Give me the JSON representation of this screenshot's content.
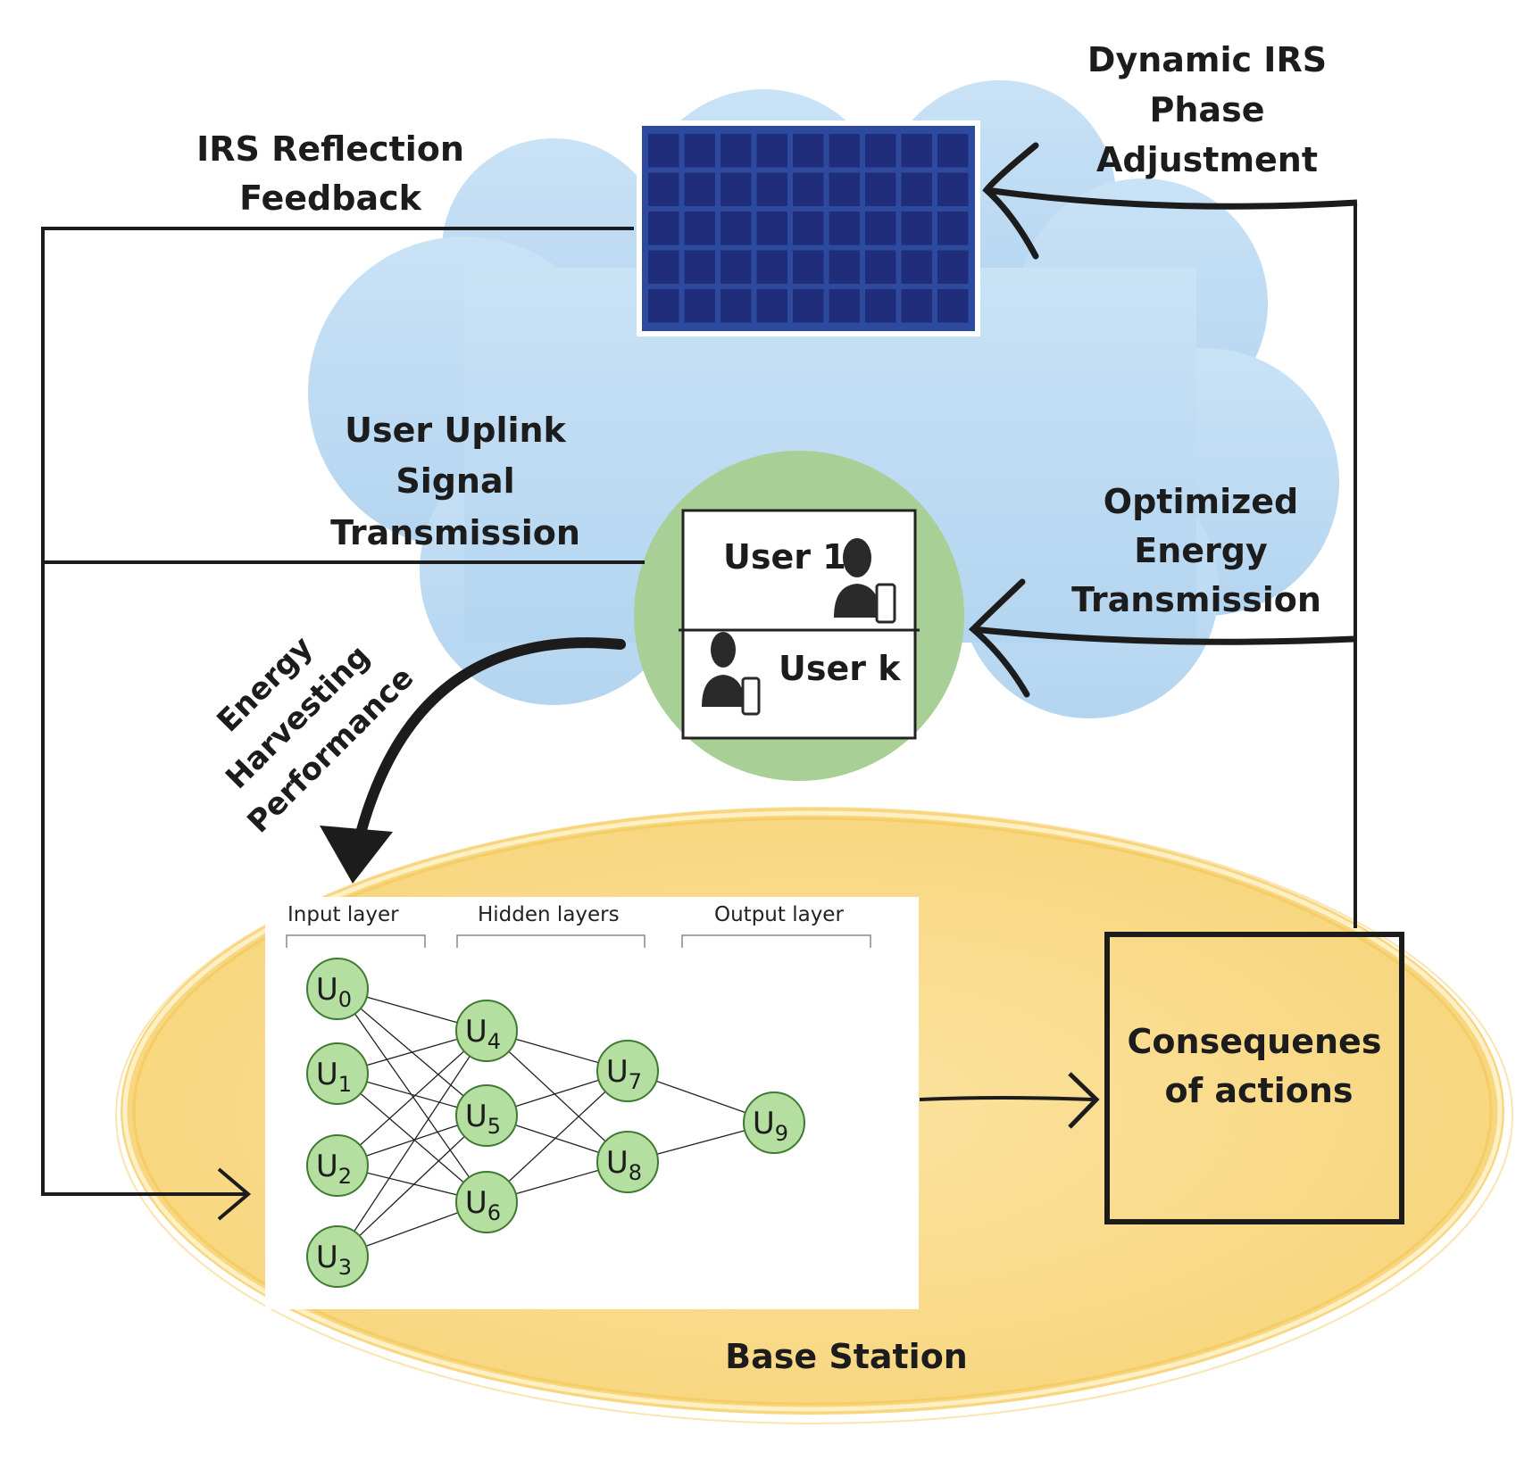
{
  "labels": {
    "irs_feedback": [
      "IRS Reflection",
      "Feedback"
    ],
    "dynamic_irs": [
      "Dynamic IRS",
      "Phase",
      "Adjustment"
    ],
    "uplink": [
      "User Uplink",
      "Signal",
      "Transmission"
    ],
    "optimized": [
      "Optimized",
      "Energy",
      "Transmission"
    ],
    "energy_harvesting": [
      "Energy",
      "Harvesting",
      "Performance"
    ],
    "consequences": [
      "Consequenes",
      "of actions"
    ],
    "base_station": "Base Station"
  },
  "users": {
    "user_1": "User 1",
    "user_k": "User k"
  },
  "network": {
    "layer_headers": [
      "Input layer",
      "Hidden layers",
      "Output layer"
    ],
    "nodes": [
      {
        "letter": "U",
        "index": "0"
      },
      {
        "letter": "U",
        "index": "1"
      },
      {
        "letter": "U",
        "index": "2"
      },
      {
        "letter": "U",
        "index": "3"
      },
      {
        "letter": "U",
        "index": "4"
      },
      {
        "letter": "U",
        "index": "5"
      },
      {
        "letter": "U",
        "index": "6"
      },
      {
        "letter": "U",
        "index": "7"
      },
      {
        "letter": "U",
        "index": "8"
      },
      {
        "letter": "U",
        "index": "9"
      }
    ]
  },
  "colors": {
    "cloud": "#c3def4",
    "irs_panel": "#2e4a9e",
    "irs_cell": "#1f2d7a",
    "user_circle": "#a8cf95",
    "base_station": "#f9dd8e",
    "node_fill": "#b5dea1",
    "node_stroke": "#3f7a33"
  }
}
